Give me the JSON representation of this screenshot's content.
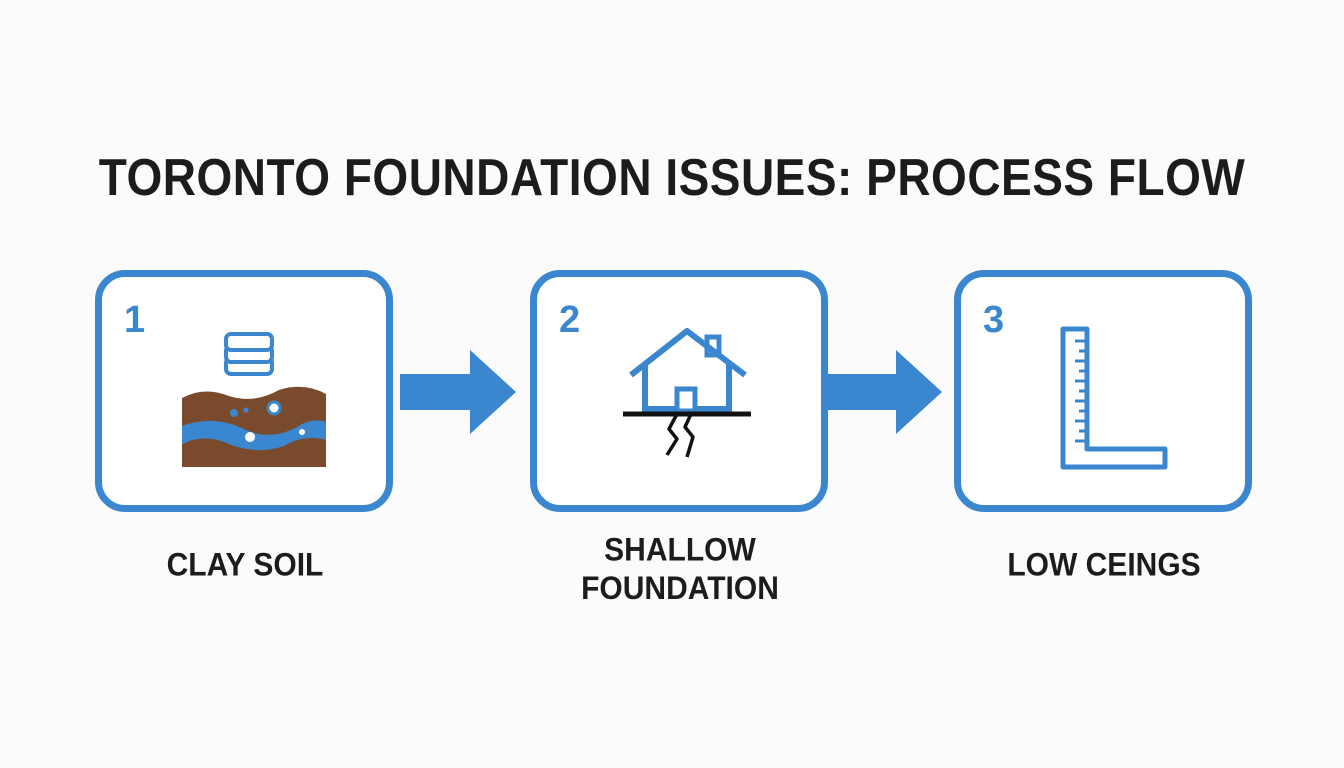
{
  "title": "TORONTO FOUNDATION ISSUES: PROCESS FLOW",
  "steps": [
    {
      "number": "1",
      "label": "CLAY SOIL",
      "icon": "clay-soil-layers-icon"
    },
    {
      "number": "2",
      "label_line1": "SHALLOW",
      "label_line2": "FOUNDATION",
      "icon": "cracked-house-foundation-icon"
    },
    {
      "number": "3",
      "label": "LOW CEINGS",
      "icon": "ruler-square-icon"
    }
  ],
  "colors": {
    "accent": "#3a87cf",
    "soil": "#7a4a2c",
    "text": "#1c1c1c"
  }
}
